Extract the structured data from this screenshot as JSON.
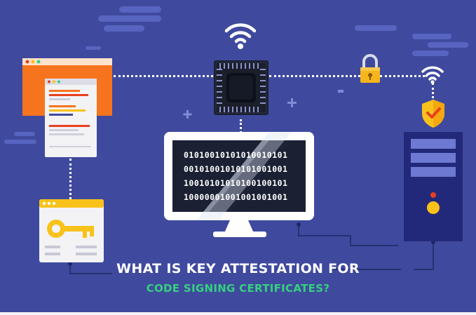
{
  "colors": {
    "background": "#3f4a9e",
    "accent_green": "#35d07f",
    "orange": "#f7741e",
    "yellow": "#f9c21a",
    "server": "#2f3a8e",
    "server_panel": "#6e7ad1"
  },
  "monitor": {
    "lines": [
      "01010010101010010101",
      "00101001010101001001",
      "10010101010100100101",
      "10000001001001001001"
    ]
  },
  "title": {
    "line1": "WHAT IS KEY ATTESTATION FOR",
    "line2": "CODE SIGNING CERTIFICATES?"
  },
  "icons": [
    "wifi-icon",
    "chip-icon",
    "padlock-icon",
    "shield-check-icon",
    "key-icon",
    "browser-window-icon",
    "document-icon",
    "server-icon",
    "monitor-icon"
  ]
}
